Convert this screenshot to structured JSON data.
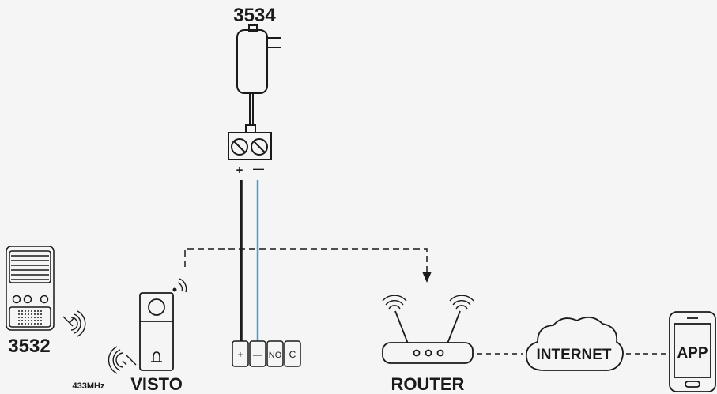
{
  "labels": {
    "power_supply": "3534",
    "chime": "3532",
    "frequency": "433MHz",
    "doorbell": "VISTO",
    "router": "ROUTER",
    "internet": "INTERNET",
    "app": "APP"
  },
  "terminals": {
    "psu_plus": "+",
    "psu_minus": "—",
    "block": [
      "+",
      "—",
      "NO",
      "C"
    ]
  },
  "colors": {
    "wire_plus": "#1a1a1a",
    "wire_minus": "#3aa0e0",
    "line": "#1a1a1a",
    "background": "#f5f5f5"
  }
}
